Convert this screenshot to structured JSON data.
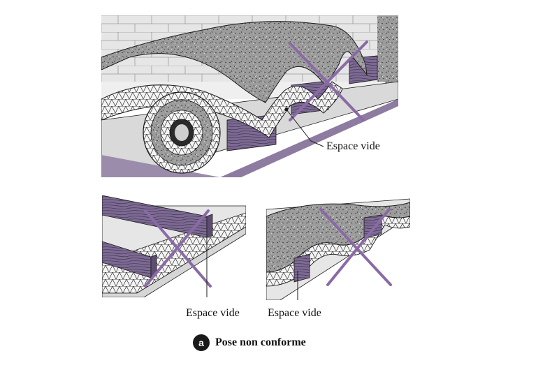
{
  "callouts": {
    "top": "Espace vide",
    "bottom_left": "Espace vide",
    "bottom_right": "Espace vide"
  },
  "caption": {
    "badge": "a",
    "text": "Pose non conforme"
  },
  "colors": {
    "accent_purple": "#8a6aa6",
    "joist_purple": "#7b6690",
    "floor_purple": "#9b8cab",
    "wall_gray": "#dcdcdc",
    "insulation_gray": "#9a9a9a",
    "outline": "#1a1a1a"
  }
}
